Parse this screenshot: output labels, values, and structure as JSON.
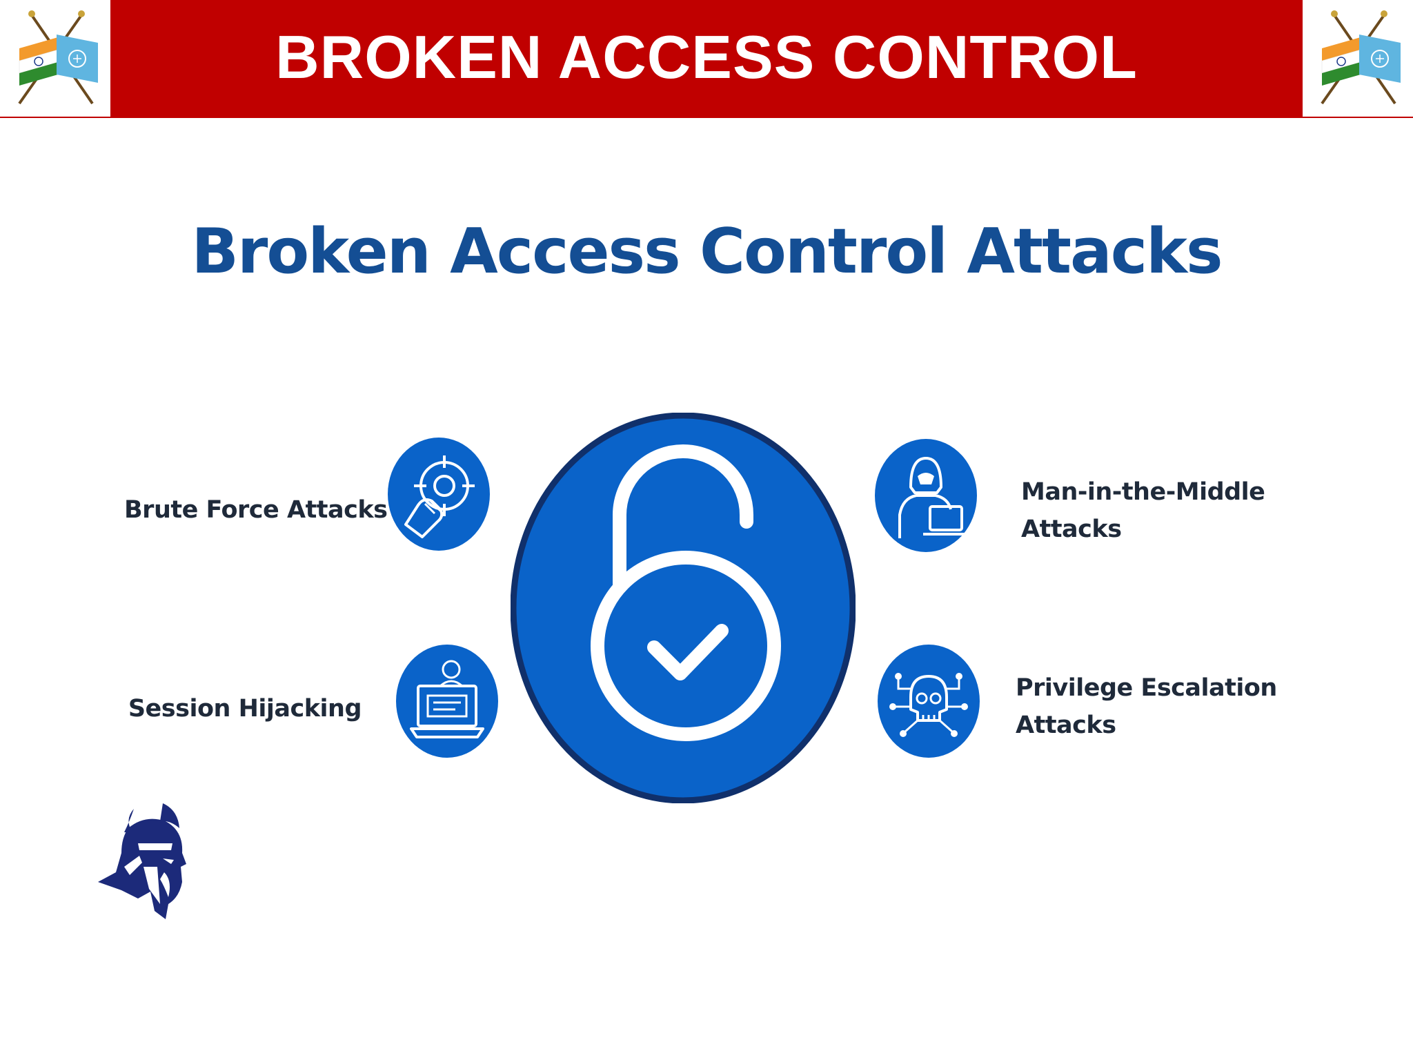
{
  "header": {
    "title": "BROKEN ACCESS CONTROL",
    "background_color": "#c00000",
    "text_color": "#ffffff",
    "left_emblem": "india-and-un-crossed-flags-icon",
    "right_emblem": "india-and-un-crossed-flags-icon"
  },
  "diagram": {
    "title": "Broken Access Control Attacks",
    "title_color": "#144e94",
    "accent_color": "#0a63c9",
    "center_icon": "unlocked-padlock-check-icon",
    "attacks": [
      {
        "label_lines": [
          "Brute Force Attacks"
        ],
        "icon": "target-fist-icon"
      },
      {
        "label_lines": [
          "Session Hijacking"
        ],
        "icon": "hacker-laptop-icon"
      },
      {
        "label_lines": [
          "Man-in-the-Middle",
          "Attacks"
        ],
        "icon": "hooded-hacker-icon"
      },
      {
        "label_lines": [
          "Privilege Escalation",
          "Attacks"
        ],
        "icon": "skull-circuit-icon"
      }
    ]
  },
  "footer": {
    "logo": "warrior-head-logo-icon",
    "logo_color": "#1c2a7a"
  }
}
